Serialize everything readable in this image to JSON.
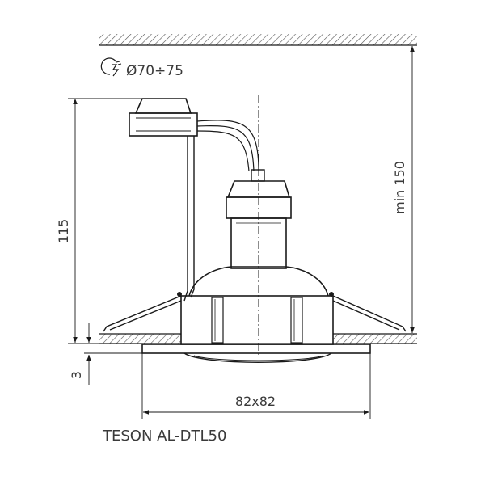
{
  "cutout": {
    "text": "Ø70÷75",
    "icon": "hole-saw-icon"
  },
  "dimensions": {
    "height": "115",
    "flange": "3",
    "min_depth": "min 150",
    "width": "82x82"
  },
  "product": {
    "name": "TESON AL-DTL50"
  },
  "colors": {
    "line": "#1a1a1a",
    "text": "#3a3a3a",
    "hatch": "#555555"
  }
}
